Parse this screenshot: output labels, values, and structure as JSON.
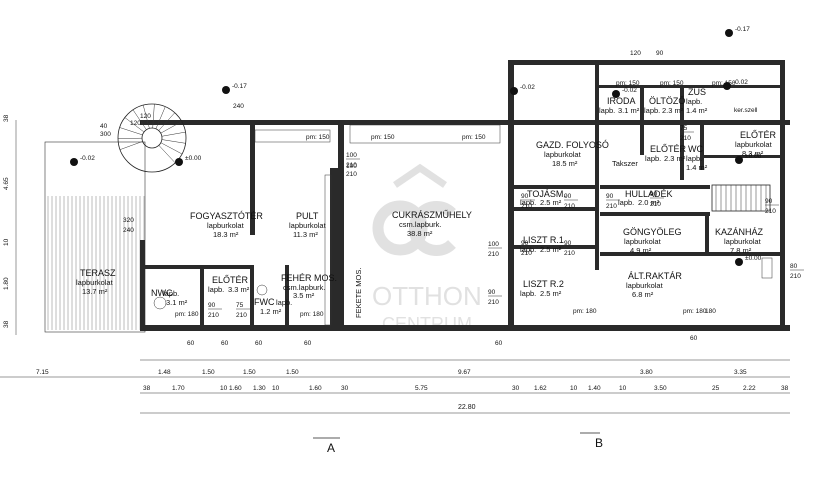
{
  "rooms": [
    {
      "id": "terasz",
      "name": "TERASZ",
      "floor": "lapburkolat",
      "area": "13.7 m²"
    },
    {
      "id": "fogyaszto",
      "name": "FOGYASZTÓTÉR",
      "floor": "lapburkolat",
      "area": "18.3 m²"
    },
    {
      "id": "pult",
      "name": "PULT",
      "floor": "lapburkolat",
      "area": "11.3 m²"
    },
    {
      "id": "cukraszmuhely",
      "name": "CUKRÁSZMŰHELY",
      "floor": "csm.lapburk.",
      "area": "38.8 m²"
    },
    {
      "id": "gazd",
      "name": "GAZD. FOLYOSÓ",
      "floor": "lapburkolat",
      "area": "18.5 m²"
    },
    {
      "id": "iroda",
      "name": "IRODA",
      "floor": "lapb.",
      "area": "3.1 m²"
    },
    {
      "id": "oltozo",
      "name": "ÖLTÖZŐ",
      "floor": "lapb.",
      "area": "2.3 m²"
    },
    {
      "id": "zus",
      "name": "ZUS",
      "floor": "lapb.",
      "area": "1.4 m²"
    },
    {
      "id": "eloter1",
      "name": "ELŐTÉR",
      "floor": "lapb.",
      "area": "2.3 m²"
    },
    {
      "id": "wc",
      "name": "WC",
      "floor": "lapb.",
      "area": "1.4 m²"
    },
    {
      "id": "eloter2",
      "name": "ELŐTÉR",
      "floor": "lapburkolat",
      "area": "8.3 m²"
    },
    {
      "id": "tojasm",
      "name": "TOJÁSM.",
      "floor": "lapb.",
      "area": "2.5 m²"
    },
    {
      "id": "hulladek",
      "name": "HULLADÉK",
      "floor": "lapb.",
      "area": "2.0 m²"
    },
    {
      "id": "liszt1",
      "name": "LISZT R.1",
      "floor": "lapb.",
      "area": "2.5 m²"
    },
    {
      "id": "liszt2",
      "name": "LISZT R.2",
      "floor": "lapb.",
      "area": "2.5 m²"
    },
    {
      "id": "gongyoleg",
      "name": "GÖNGYÖLEG",
      "floor": "lapburkolat",
      "area": "4.9 m²"
    },
    {
      "id": "kazanhaz",
      "name": "KAZÁNHÁZ",
      "floor": "lapburkolat",
      "area": "7.8 m²"
    },
    {
      "id": "altraktar",
      "name": "ÁLT.RAKTÁR",
      "floor": "lapburkolat",
      "area": "6.8 m²"
    },
    {
      "id": "nwc",
      "name": "NWC",
      "floor": "lapb.",
      "area": "3.1 m²"
    },
    {
      "id": "eloter3",
      "name": "ELŐTÉR",
      "floor": "lapb.",
      "area": "3.3 m²"
    },
    {
      "id": "fwc",
      "name": "FWC",
      "floor": "lapb.",
      "area": "1.2 m²"
    },
    {
      "id": "fehermos",
      "name": "FEHÉR MOS.",
      "floor": "csm.lapburk.",
      "area": "3.5 m²"
    }
  ],
  "labels": {
    "fekete_mos": "FEKETE MOS.",
    "takszer": "Takszer",
    "ker_szell": "ker.szell"
  },
  "levels": [
    "-0.17",
    "-0.02",
    "±0.00",
    "-0.02",
    "-0.02",
    "±0.00",
    "-0.17",
    "±0.00",
    "-0.02"
  ],
  "parapets": [
    "pm: 150",
    "pm: 150",
    "pm: 150",
    "pm: 150",
    "pm: 150",
    "pm: 150",
    "pm: 180",
    "pm: 180",
    "pm: 180",
    "pm: 180"
  ],
  "doors": [
    "100/210",
    "90/210",
    "75/210",
    "90/210",
    "90/210",
    "100/210",
    "90/210",
    "90/210",
    "90/210",
    "90/210",
    "90/210",
    "75/210",
    "90/210",
    "80/210"
  ],
  "dims_row1": [
    "7.15",
    "9.67",
    "3.80",
    "3.35"
  ],
  "dims_row2": [
    "1.48",
    "1.50",
    "1.50",
    "1.50"
  ],
  "dims_row3": [
    "38",
    "1.70",
    "10",
    "1.60",
    "1.30",
    "10",
    "1.60",
    "30",
    "5.75",
    "30",
    "1.62",
    "10",
    "1.40",
    "10",
    "3.50",
    "25",
    "2.22",
    "38"
  ],
  "total": "22.80",
  "left_dims": [
    "38",
    "4.65",
    "10",
    "1.80",
    "38"
  ],
  "axes": [
    "A",
    "B"
  ],
  "watermark": {
    "line1": "OTTHON",
    "line2": "CENTRUM"
  },
  "stair": {
    "top": "40",
    "side": "300",
    "a": "120",
    "b": "120"
  },
  "misc_dims": [
    "320",
    "240",
    "100",
    "210",
    "240",
    "180",
    "120",
    "90",
    "60",
    "60",
    "60",
    "60",
    "60",
    "60"
  ]
}
